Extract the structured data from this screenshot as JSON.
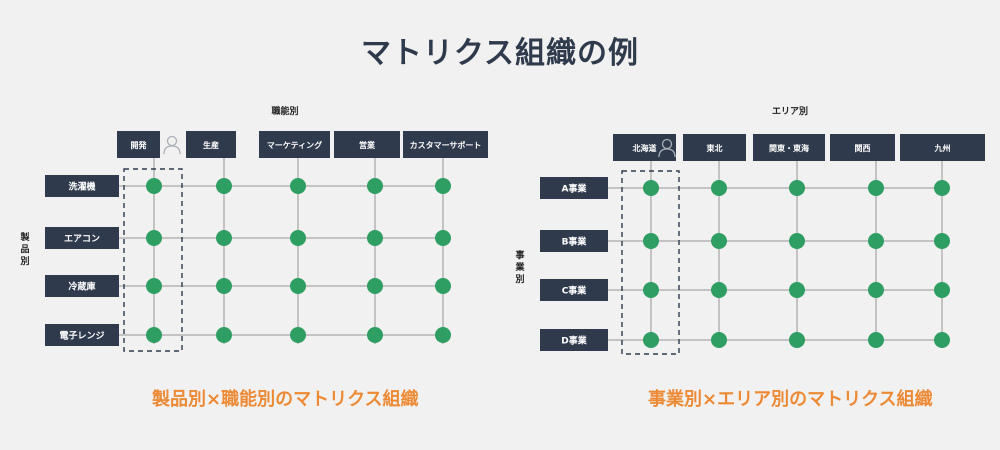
{
  "title": "マトリクス組織の例",
  "colors": {
    "background": "#f1f1f1",
    "box": "#2f3a4c",
    "box_text": "#ffffff",
    "node": "#2e9e62",
    "line": "#c3c3c3",
    "title": "#2f3a4c",
    "caption": "#ec8a35"
  },
  "matrices": [
    {
      "axis_top": "職能別",
      "axis_side": "製品別",
      "columns": [
        "開発",
        "生産",
        "マーケティング",
        "営業",
        "カスタマーサポート"
      ],
      "rows": [
        "洗濯機",
        "エアコン",
        "冷蔵庫",
        "電子レンジ"
      ],
      "highlighted_column": 0,
      "person_icon": "person-icon",
      "caption": "製品別×職能別のマトリクス組織"
    },
    {
      "axis_top": "エリア別",
      "axis_side": "事業別",
      "columns": [
        "北海道",
        "東北",
        "関東・東海",
        "関西",
        "九州"
      ],
      "rows": [
        "A事業",
        "B事業",
        "C事業",
        "D事業"
      ],
      "highlighted_column": 0,
      "person_icon": "person-icon",
      "caption": "事業別×エリア別のマトリクス組織"
    }
  ]
}
